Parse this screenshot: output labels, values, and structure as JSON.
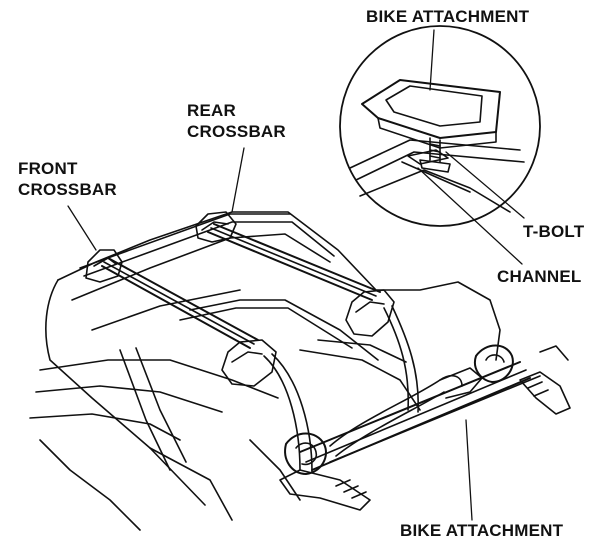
{
  "labels": {
    "bike_attachment_top": "BIKE ATTACHMENT",
    "rear_crossbar": [
      "REAR",
      "CROSSBAR"
    ],
    "front_crossbar": [
      "FRONT",
      "CROSSBAR"
    ],
    "t_bolt": "T-BOLT",
    "channel": "CHANNEL",
    "bike_attachment_bottom": "BIKE ATTACHMENT"
  },
  "colors": {
    "ink": "#111111",
    "background": "#ffffff"
  }
}
